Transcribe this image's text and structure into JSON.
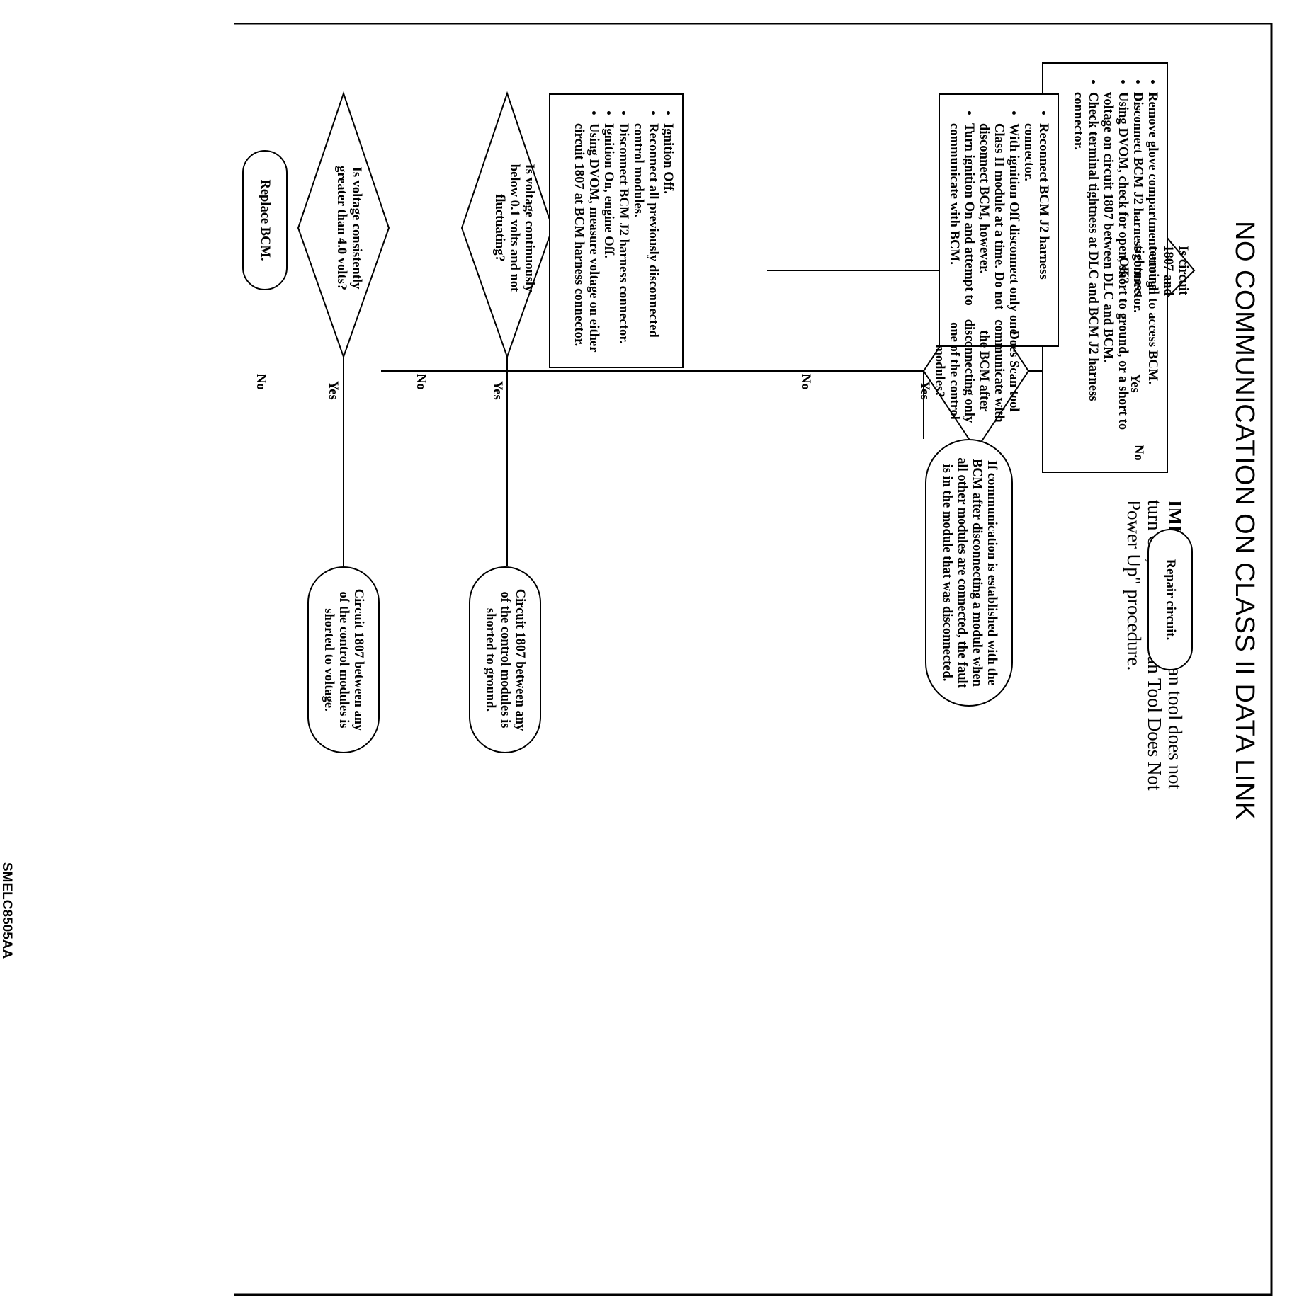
{
  "title": "NO COMMUNICATION ON CLASS II DATA LINK",
  "important": {
    "label": "IMPORTANT:",
    "text": "If Scan tool does not turn On, refer to \"Scan Tool Does Not Power Up\" procedure."
  },
  "steps": {
    "initial": [
      "Remove glove compartment enough to access BCM.",
      "Disconnect BCM J2 harness connector.",
      "Using DVOM, check for open, short to ground, or a short to voltage on circuit 1807 between DLC and BCM.",
      "Check terminal tightness at DLC and BCM J2 harness connector."
    ],
    "reconnect": [
      "Reconnect BCM J2 harness connector.",
      "With ignition Off disconnect only one Class II module at a time. Do not disconnect BCM, however.",
      "Turn ignition On and attempt to communicate with BCM."
    ],
    "measure": [
      "Ignition Off.",
      "Reconnect all previously disconnected control modules.",
      "Disconnect BCM J2 harness connector.",
      "Ignition On, engine Off.",
      "Using DVOM, measure voltage on either circuit 1807 at BCM harness connector."
    ]
  },
  "decisions": {
    "circuit_ok": "Is circuit 1807 and terminal tightness OK?",
    "scan_communicate": "Does Scan tool communicate with the BCM after disconnecting only one of the control modules?",
    "below_01": "Is voltage continuously below 0.1 volts and not fluctuating?",
    "above_40": "Is voltage consistently greater than 4.0 volts?"
  },
  "results": {
    "repair": "Repair circuit.",
    "fault_module": "If communication is established with the BCM after disconnecting a module when all other modules are connected, the fault is in the module that was disconnected.",
    "short_ground": "Circuit 1807 between any of the control modules is shorted to ground.",
    "short_voltage": "Circuit 1807 between any of the control modules is shorted to voltage.",
    "replace": "Replace BCM."
  },
  "labels": {
    "yes": "Yes",
    "no": "No"
  },
  "code": "SMELC8505AA"
}
